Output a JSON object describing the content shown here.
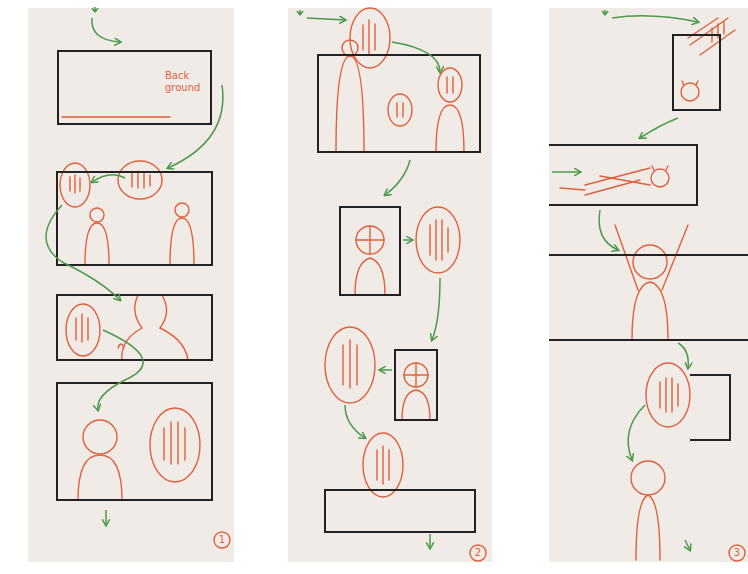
{
  "diagram": {
    "nodes": [
      {
        "text": [
          "Back ground"
        ]
      }
    ],
    "labels": [
      "1",
      "2",
      "3"
    ]
  }
}
